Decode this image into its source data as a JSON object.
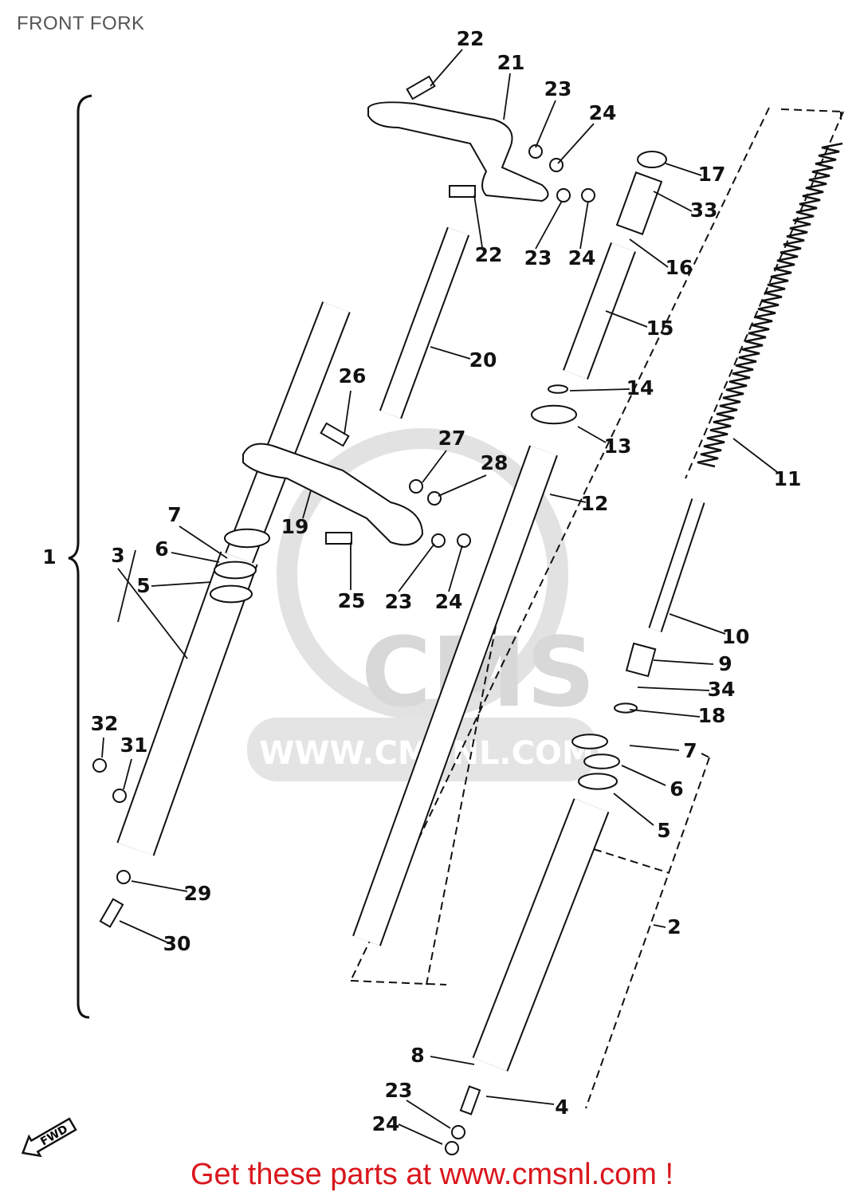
{
  "title": "FRONT FORK",
  "footer": "Get these parts at www.cmsnl.com !",
  "watermark": {
    "logo": "CMS",
    "url": "WWW.CMSNL.COM"
  },
  "fwd_label": "FWD",
  "colors": {
    "footer": "#d9171d",
    "title": "#555555",
    "line": "#111111",
    "watermark": "#d8d8d8"
  },
  "callouts": [
    "22",
    "21",
    "23",
    "24",
    "17",
    "33",
    "22",
    "23",
    "24",
    "16",
    "15",
    "20",
    "14",
    "13",
    "26",
    "27",
    "28",
    "12",
    "11",
    "7",
    "6",
    "3",
    "5",
    "19",
    "25",
    "23",
    "24",
    "10",
    "9",
    "34",
    "18",
    "1",
    "32",
    "31",
    "7",
    "6",
    "5",
    "29",
    "30",
    "2",
    "8",
    "23",
    "24",
    "4"
  ]
}
